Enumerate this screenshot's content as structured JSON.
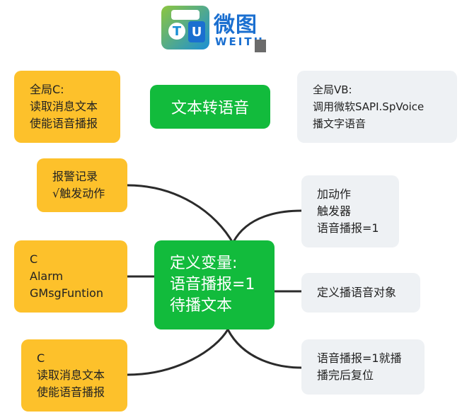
{
  "logo": {
    "badge_left": "T",
    "badge_right": "U",
    "name_cn": "微图",
    "name_en": "WEITU"
  },
  "title": {
    "text": "文本转语音"
  },
  "center": {
    "lines": [
      "定义变量:",
      "语音播报=1",
      "待播文本"
    ]
  },
  "top_left": {
    "lines": [
      "全局C:",
      "读取消息文本",
      "使能语音播报"
    ]
  },
  "top_right": {
    "lines": [
      "全局VB:",
      "调用微软SAPI.SpVoice",
      "播文字语音"
    ]
  },
  "left": [
    {
      "lines": [
        "报警记录",
        "√触发动作"
      ]
    },
    {
      "lines": [
        "C",
        "Alarm",
        "GMsgFuntion"
      ]
    },
    {
      "lines": [
        "C",
        "读取消息文本",
        "使能语音播报"
      ]
    }
  ],
  "right": [
    {
      "lines": [
        "加动作",
        "触发器",
        "语音播报=1"
      ]
    },
    {
      "lines": [
        "定义播语音对象"
      ]
    },
    {
      "lines": [
        "语音播报=1就播",
        "播完后复位"
      ]
    }
  ],
  "colors": {
    "yellow": "#fdc12b",
    "green": "#12bb3c",
    "gray": "#eef1f4",
    "connector": "#2b2b2b"
  }
}
